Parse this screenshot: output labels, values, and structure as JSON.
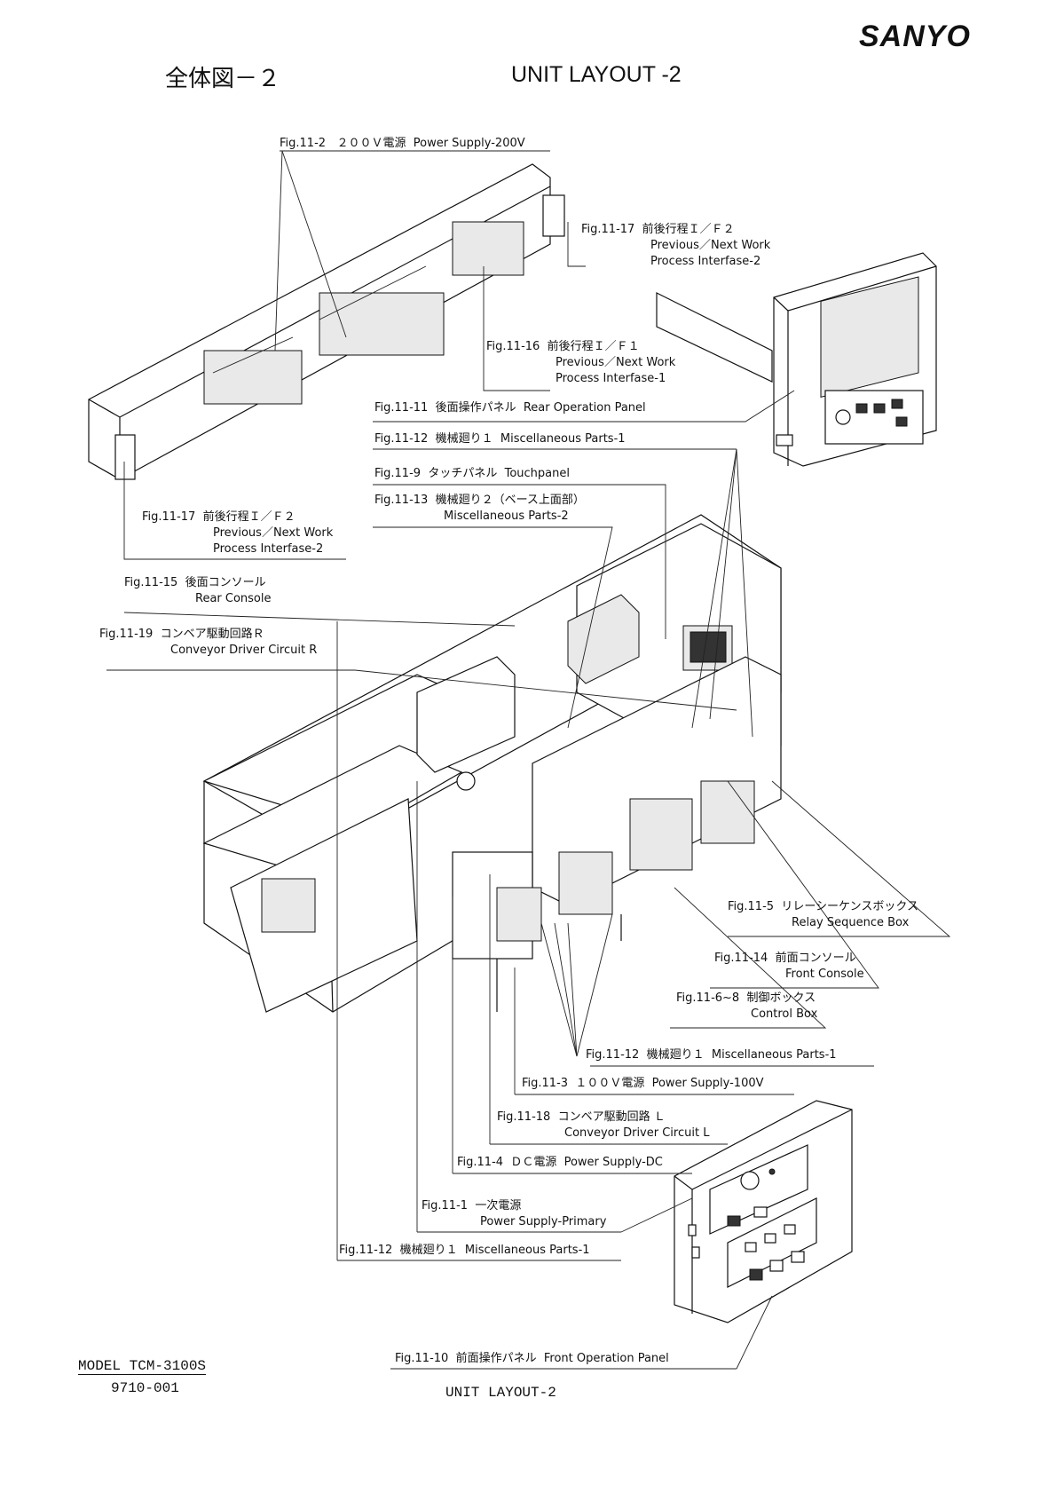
{
  "header": {
    "logo": "SANYO",
    "title_jp": "全体図－２",
    "title_en": "UNIT LAYOUT -2"
  },
  "labels": [
    {
      "fig": "Fig.11-2",
      "jp": "２００Ｖ電源",
      "en": [
        "Power Supply-200V"
      ]
    },
    {
      "fig": "Fig.11-17",
      "jp": "前後行程Ｉ／Ｆ２",
      "en": [
        "Previous／Next Work",
        "Process Interfase-2"
      ]
    },
    {
      "fig": "Fig.11-16",
      "jp": "前後行程Ｉ／Ｆ１",
      "en": [
        "Previous／Next Work",
        "Process Interfase-1"
      ]
    },
    {
      "fig": "Fig.11-11",
      "jp": "後面操作パネル",
      "en": [
        "Rear Operation Panel"
      ]
    },
    {
      "fig": "Fig.11-12",
      "jp": "機械廻り１",
      "en": [
        "Miscellaneous Parts-1"
      ]
    },
    {
      "fig": "Fig.11-9",
      "jp": "タッチパネル",
      "en": [
        "Touchpanel"
      ]
    },
    {
      "fig": "Fig.11-13",
      "jp": "機械廻り２（ベース上面部）",
      "en": [
        "Miscellaneous Parts-2"
      ]
    },
    {
      "fig": "Fig.11-17",
      "jp": "前後行程Ｉ／Ｆ２",
      "en": [
        "Previous／Next Work",
        "Process Interfase-2"
      ]
    },
    {
      "fig": "Fig.11-15",
      "jp": "後面コンソール",
      "en": [
        "Rear Console"
      ]
    },
    {
      "fig": "Fig.11-19",
      "jp": "コンベア駆動回路Ｒ",
      "en": [
        "Conveyor Driver Circuit R"
      ]
    },
    {
      "fig": "Fig.11-5",
      "jp": "リレーシーケンスボックス",
      "en": [
        "Relay Sequence Box"
      ]
    },
    {
      "fig": "Fig.11-14",
      "jp": "前面コンソール",
      "en": [
        "Front Console"
      ]
    },
    {
      "fig": "Fig.11-6~8",
      "jp": "制御ボックス",
      "en": [
        "Control Box"
      ]
    },
    {
      "fig": "Fig.11-12",
      "jp": "機械廻り１",
      "en": [
        "Miscellaneous Parts-1"
      ]
    },
    {
      "fig": "Fig.11-3",
      "jp": "１００Ｖ電源",
      "en": [
        "Power Supply-100V"
      ]
    },
    {
      "fig": "Fig.11-18",
      "jp": "コンベア駆動回路 Ｌ",
      "en": [
        "Conveyor Driver Circuit L"
      ]
    },
    {
      "fig": "Fig.11-4",
      "jp": "ＤＣ電源",
      "en": [
        "Power Supply-DC"
      ]
    },
    {
      "fig": "Fig.11-1",
      "jp": "一次電源",
      "en": [
        "Power Supply-Primary"
      ]
    },
    {
      "fig": "Fig.11-12",
      "jp": "機械廻り１",
      "en": [
        "Miscellaneous Parts-1"
      ]
    },
    {
      "fig": "Fig.11-10",
      "jp": "前面操作パネル",
      "en": [
        "Front Operation Panel"
      ]
    }
  ],
  "footer": {
    "model": "MODEL TCM-3100S",
    "doc_number": "9710-001",
    "page_title": "UNIT LAYOUT-2"
  }
}
